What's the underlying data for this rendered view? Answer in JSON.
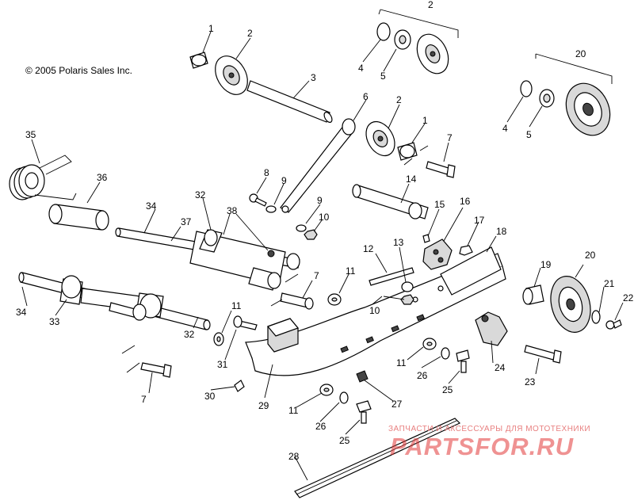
{
  "copyright": "© 2005 Polaris Sales Inc.",
  "watermark": {
    "tagline": "ЗАПЧАСТИ И АКСЕССУАРЫ ДЛЯ МОТОТЕХНИКИ",
    "logo": "PARTSFOR.RU"
  },
  "callouts": [
    {
      "id": "c1a",
      "label": "1"
    },
    {
      "id": "c2a",
      "label": "2"
    },
    {
      "id": "c2b",
      "label": "2"
    },
    {
      "id": "c3",
      "label": "3"
    },
    {
      "id": "c4a",
      "label": "4"
    },
    {
      "id": "c5a",
      "label": "5"
    },
    {
      "id": "c20a",
      "label": "20"
    },
    {
      "id": "c4b",
      "label": "4"
    },
    {
      "id": "c5b",
      "label": "5"
    },
    {
      "id": "c6",
      "label": "6"
    },
    {
      "id": "c2c",
      "label": "2"
    },
    {
      "id": "c1b",
      "label": "1"
    },
    {
      "id": "c7a",
      "label": "7"
    },
    {
      "id": "c35",
      "label": "35"
    },
    {
      "id": "c36",
      "label": "36"
    },
    {
      "id": "c8",
      "label": "8"
    },
    {
      "id": "c9a",
      "label": "9"
    },
    {
      "id": "c9b",
      "label": "9"
    },
    {
      "id": "c10a",
      "label": "10"
    },
    {
      "id": "c14",
      "label": "14"
    },
    {
      "id": "c15",
      "label": "15"
    },
    {
      "id": "c16",
      "label": "16"
    },
    {
      "id": "c17",
      "label": "17"
    },
    {
      "id": "c18",
      "label": "18"
    },
    {
      "id": "c32a",
      "label": "32"
    },
    {
      "id": "c34a",
      "label": "34"
    },
    {
      "id": "c38",
      "label": "38"
    },
    {
      "id": "c37",
      "label": "37"
    },
    {
      "id": "c12",
      "label": "12"
    },
    {
      "id": "c13",
      "label": "13"
    },
    {
      "id": "c11a",
      "label": "11"
    },
    {
      "id": "c7b",
      "label": "7"
    },
    {
      "id": "c19",
      "label": "19"
    },
    {
      "id": "c20b",
      "label": "20"
    },
    {
      "id": "c21",
      "label": "21"
    },
    {
      "id": "c22",
      "label": "22"
    },
    {
      "id": "c34b",
      "label": "34"
    },
    {
      "id": "c33",
      "label": "33"
    },
    {
      "id": "c10b",
      "label": "10"
    },
    {
      "id": "c11b",
      "label": "11"
    },
    {
      "id": "c32b",
      "label": "32"
    },
    {
      "id": "c31",
      "label": "31"
    },
    {
      "id": "c11c",
      "label": "11"
    },
    {
      "id": "c26a",
      "label": "26"
    },
    {
      "id": "c24",
      "label": "24"
    },
    {
      "id": "c25a",
      "label": "25"
    },
    {
      "id": "c23",
      "label": "23"
    },
    {
      "id": "c7c",
      "label": "7"
    },
    {
      "id": "c30",
      "label": "30"
    },
    {
      "id": "c29",
      "label": "29"
    },
    {
      "id": "c27",
      "label": "27"
    },
    {
      "id": "c11d",
      "label": "11"
    },
    {
      "id": "c26b",
      "label": "26"
    },
    {
      "id": "c25b",
      "label": "25"
    },
    {
      "id": "c28",
      "label": "28"
    }
  ]
}
